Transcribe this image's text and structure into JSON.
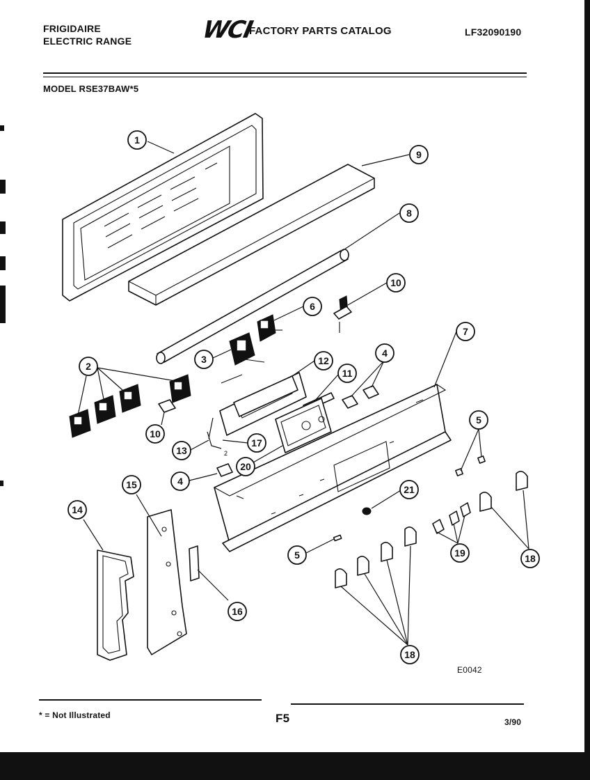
{
  "header": {
    "brand": "FRIGIDAIRE",
    "product": "ELECTRIC RANGE",
    "logo": "WCI",
    "catalog_title": "FACTORY PARTS CATALOG",
    "catalog_number": "LF32090190",
    "model": "MODEL RSE37BAW*5"
  },
  "diagram": {
    "code": "E0042",
    "callouts": [
      "1",
      "9",
      "8",
      "10",
      "6",
      "7",
      "3",
      "2",
      "12",
      "11",
      "4",
      "10",
      "13",
      "17",
      "20",
      "4",
      "5",
      "5",
      "15",
      "14",
      "21",
      "19",
      "18",
      "18",
      "16"
    ]
  },
  "footer": {
    "note": "* = Not Illustrated",
    "page": "F5",
    "date": "3/90"
  }
}
